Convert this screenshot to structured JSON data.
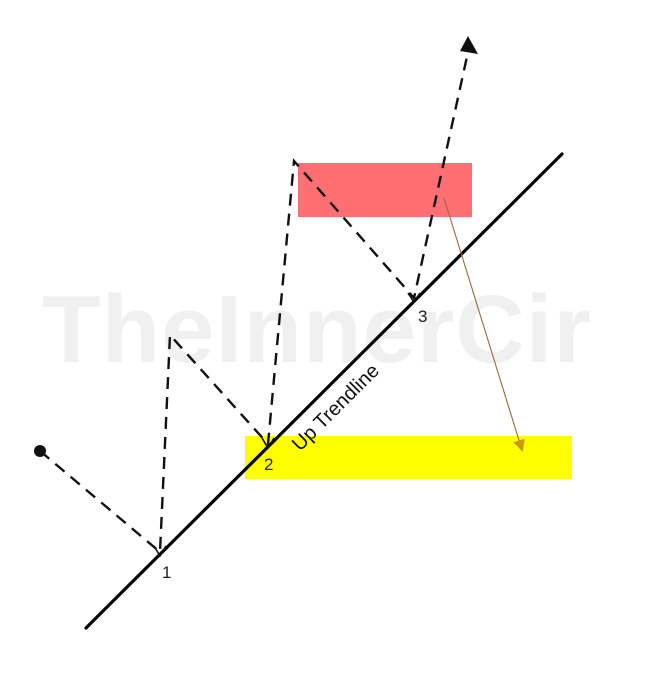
{
  "watermark": "TheInnerCir",
  "trendline": {
    "label": "Up Trendline",
    "color": "#000000"
  },
  "points": [
    {
      "id": "1",
      "label": "1"
    },
    {
      "id": "2",
      "label": "2"
    },
    {
      "id": "3",
      "label": "3"
    }
  ],
  "zones": {
    "supply_zone_color": "#ff6f73",
    "demand_zone_color": "#ffff00"
  },
  "colors": {
    "path": "#111111",
    "projection_arrow": "#9a6a40",
    "start_dot": "#111111"
  }
}
